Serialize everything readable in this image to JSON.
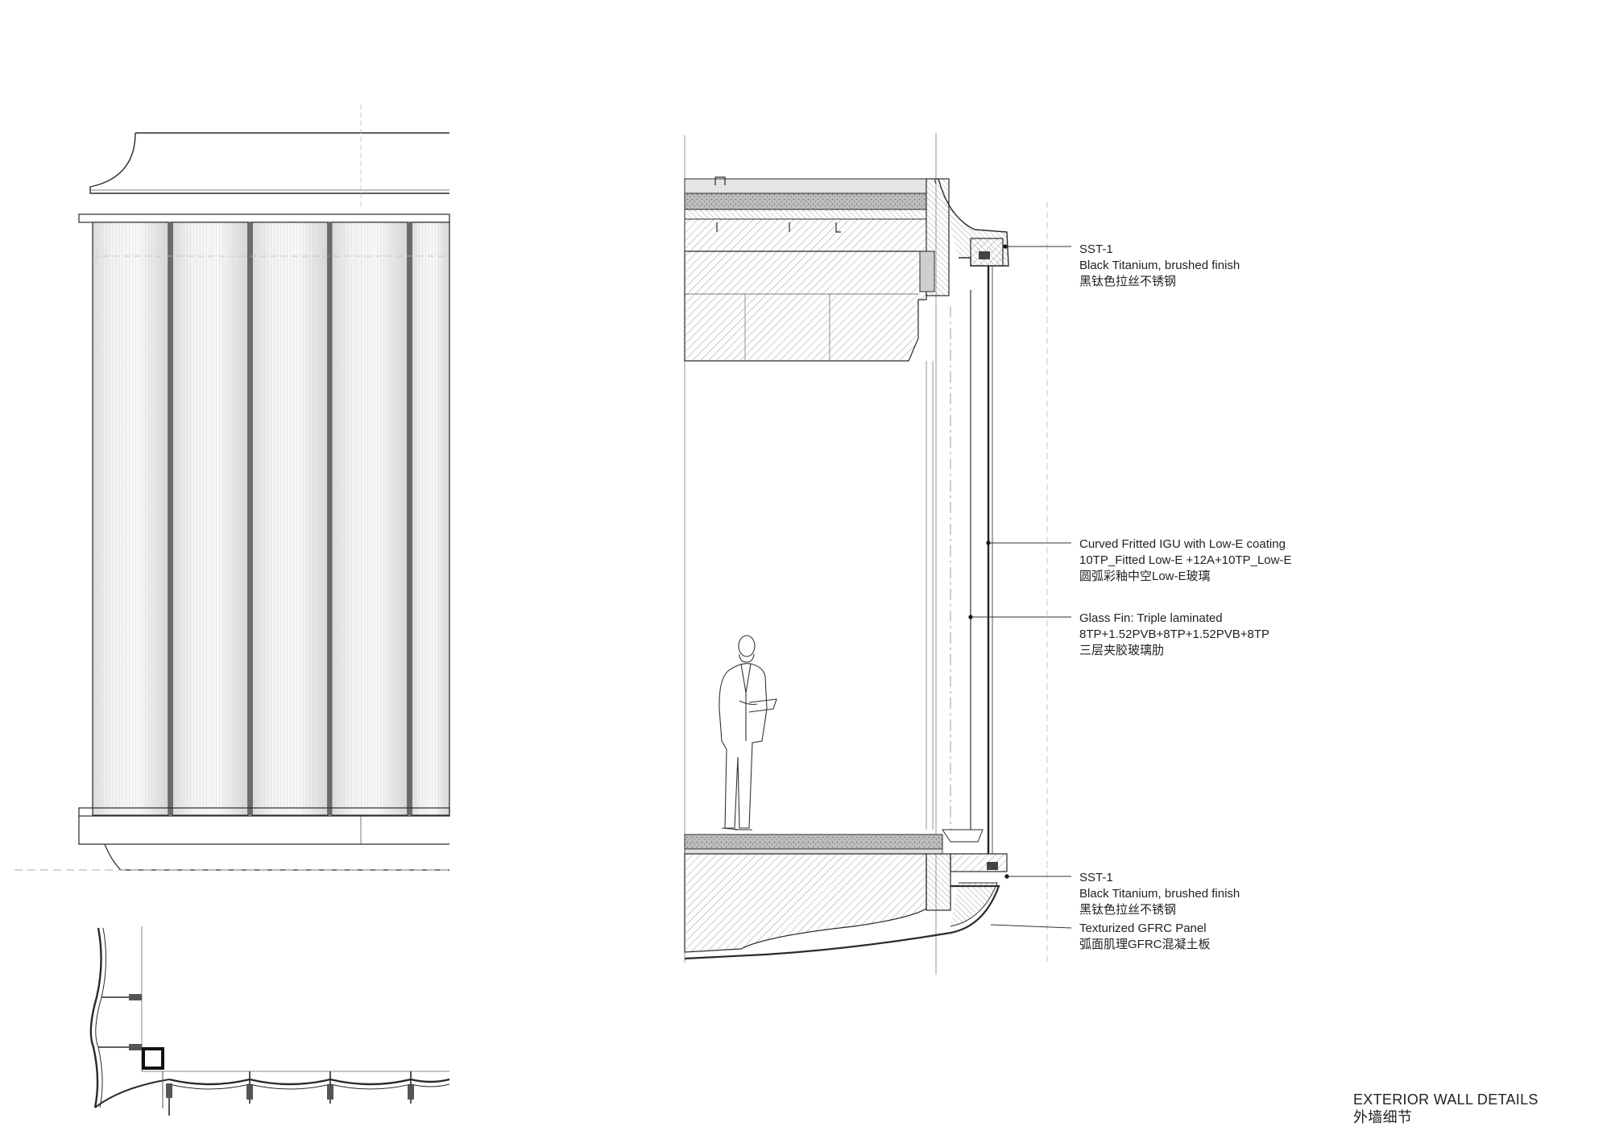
{
  "sheet": {
    "title_en": "EXTERIOR WALL DETAILS",
    "title_zh": "外墙细节"
  },
  "callouts": {
    "sst_top": {
      "code": "SST-1",
      "desc_en": "Black Titanium, brushed finish",
      "desc_zh": "黑钛色拉丝不锈钢"
    },
    "igu": {
      "title": "Curved Fritted IGU with Low-E coating",
      "spec": "10TP_Fitted Low-E +12A+10TP_Low-E",
      "desc_zh": "圆弧彩釉中空Low-E玻璃"
    },
    "glass_fin": {
      "title": "Glass Fin: Triple laminated",
      "spec": "8TP+1.52PVB+8TP+1.52PVB+8TP",
      "desc_zh": "三层夹胶玻璃肋"
    },
    "sst_bottom": {
      "code": "SST-1",
      "desc_en": "Black Titanium, brushed finish",
      "desc_zh": "黑钛色拉丝不锈钢"
    },
    "gfrc": {
      "title": "Texturized GFRC Panel",
      "desc_zh": "弧面肌理GFRC混凝土板"
    }
  },
  "colors": {
    "line": "#2a2a2a",
    "hatch": "#8a8a8a",
    "panel_fill": "#f4f4f4",
    "panel_shade": "#d9d9d9"
  },
  "icons": [
    "person-figure",
    "leader-dot"
  ]
}
